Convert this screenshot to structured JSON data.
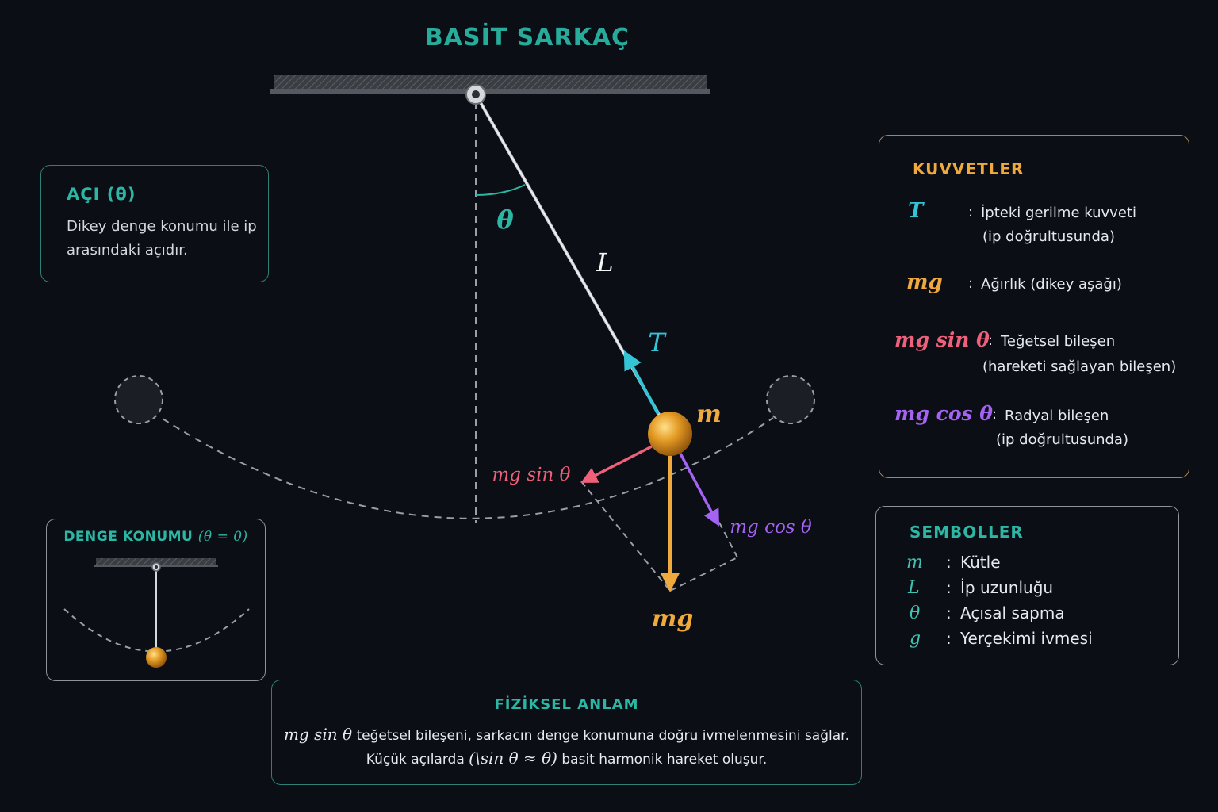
{
  "title": "BASİT SARKAÇ",
  "colors": {
    "background": "#0b0e15",
    "teal": "#2bb7a4",
    "cyan_tension": "#33c4d6",
    "orange_weight": "#f0a93c",
    "pink_tangential": "#f0607a",
    "purple_radial": "#a463f2",
    "bob": "#e39a24"
  },
  "diagram": {
    "labels": {
      "theta": "θ",
      "length": "L",
      "tension": "T",
      "mass": "m",
      "weight": "mg",
      "tangential": "mg sin θ",
      "radial": "mg cos θ"
    }
  },
  "angle_panel": {
    "title": "AÇI (θ)",
    "description": "Dikey denge konumu ile ip arasındaki açıdır."
  },
  "forces_panel": {
    "title": "KUVVETLER",
    "items": [
      {
        "symbol": "T",
        "line1": "İpteki gerilme kuvveti",
        "line2": "(ip doğrultusunda)"
      },
      {
        "symbol": "mg",
        "line1": "Ağırlık (dikey aşağı)",
        "line2": ""
      },
      {
        "symbol": "mg sin θ",
        "line1": "Teğetsel bileşen",
        "line2": "(hareketi sağlayan bileşen)"
      },
      {
        "symbol": "mg cos θ",
        "line1": "Radyal bileşen",
        "line2": "(ip doğrultusunda)"
      }
    ]
  },
  "symbols_panel": {
    "title": "SEMBOLLER",
    "items": [
      {
        "symbol": "m",
        "desc": "Kütle"
      },
      {
        "symbol": "L",
        "desc": "İp uzunluğu"
      },
      {
        "symbol": "θ",
        "desc": "Açısal sapma"
      },
      {
        "symbol": "g",
        "desc": "Yerçekimi ivmesi"
      }
    ]
  },
  "equilibrium_panel": {
    "title_text": "DENGE KONUMU",
    "title_math": "(θ = 0)"
  },
  "meaning_panel": {
    "title": "FİZİKSEL ANLAM",
    "line1_math": "mg sin θ",
    "line1_text": "teğetsel bileşeni, sarkacın denge konumuna doğru ivmelenmesini sağlar.",
    "line2_prefix": "Küçük açılarda",
    "line2_math": "(\\sin θ ≈ θ)",
    "line2_suffix": "basit harmonik hareket oluşur."
  }
}
